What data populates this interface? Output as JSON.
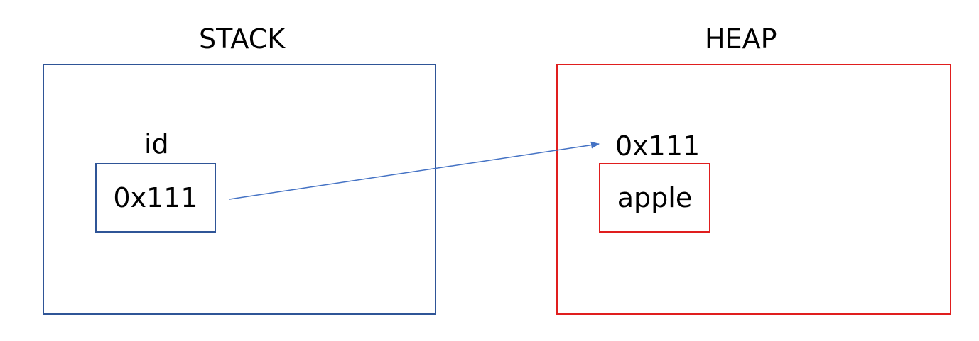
{
  "colors": {
    "stack": "#2f5597",
    "heap": "#e01e1e",
    "arrow": "#4472c4",
    "text": "#000000"
  },
  "stack": {
    "title": "STACK",
    "variable": {
      "name": "id",
      "value": "0x111"
    }
  },
  "heap": {
    "title": "HEAP",
    "object": {
      "address": "0x111",
      "value": "apple"
    }
  },
  "reference": {
    "from": "stack.variable",
    "to": "heap.object"
  }
}
